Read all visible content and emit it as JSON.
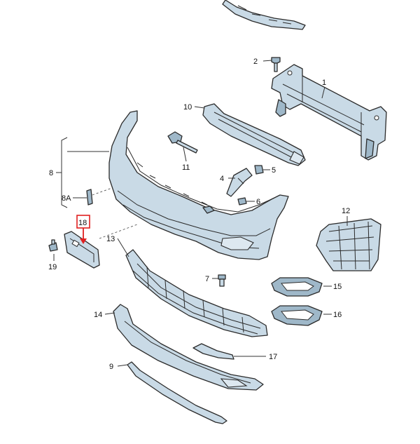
{
  "callouts": {
    "c1": "1",
    "c2": "2",
    "c4": "4",
    "c5": "5",
    "c6": "6",
    "c7": "7",
    "c8": "8",
    "c8a": "8A",
    "c9": "9",
    "c10": "10",
    "c11": "11",
    "c12": "12",
    "c13": "13",
    "c14": "14",
    "c15": "15",
    "c16": "16",
    "c17": "17",
    "c18": "18",
    "c19": "19"
  },
  "highlight": {
    "part": "18",
    "color": "#e02020"
  },
  "colors": {
    "part_fill": "#c9dae6",
    "outline": "#2b2b2b"
  }
}
